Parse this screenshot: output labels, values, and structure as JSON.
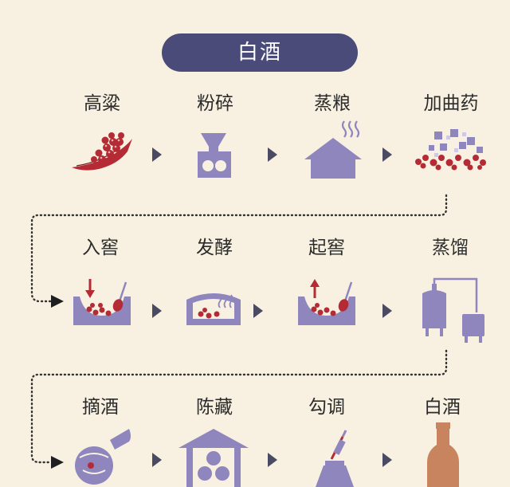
{
  "title": "白酒",
  "colors": {
    "background": "#f8f1e1",
    "pill": "#4a4b78",
    "purple": "#8e86bd",
    "red": "#b52b35",
    "arrow": "#4a4b63",
    "bottle": "#c8845f"
  },
  "rows": [
    {
      "steps": [
        {
          "label": "高粱",
          "icon": "sorghum-icon"
        },
        {
          "label": "粉碎",
          "icon": "grinder-icon"
        },
        {
          "label": "蒸粮",
          "icon": "steaming-house-icon"
        },
        {
          "label": "加曲药",
          "icon": "add-yeast-icon"
        }
      ]
    },
    {
      "steps": [
        {
          "label": "入窖",
          "icon": "pit-in-icon"
        },
        {
          "label": "发酵",
          "icon": "fermentation-icon"
        },
        {
          "label": "起窖",
          "icon": "pit-out-icon"
        },
        {
          "label": "蒸馏",
          "icon": "distillation-icon"
        }
      ]
    },
    {
      "steps": [
        {
          "label": "摘酒",
          "icon": "liquor-collecting-icon"
        },
        {
          "label": "陈藏",
          "icon": "aging-storage-icon"
        },
        {
          "label": "勾调",
          "icon": "blending-icon"
        },
        {
          "label": "白酒",
          "icon": "bottle-icon"
        }
      ]
    }
  ]
}
